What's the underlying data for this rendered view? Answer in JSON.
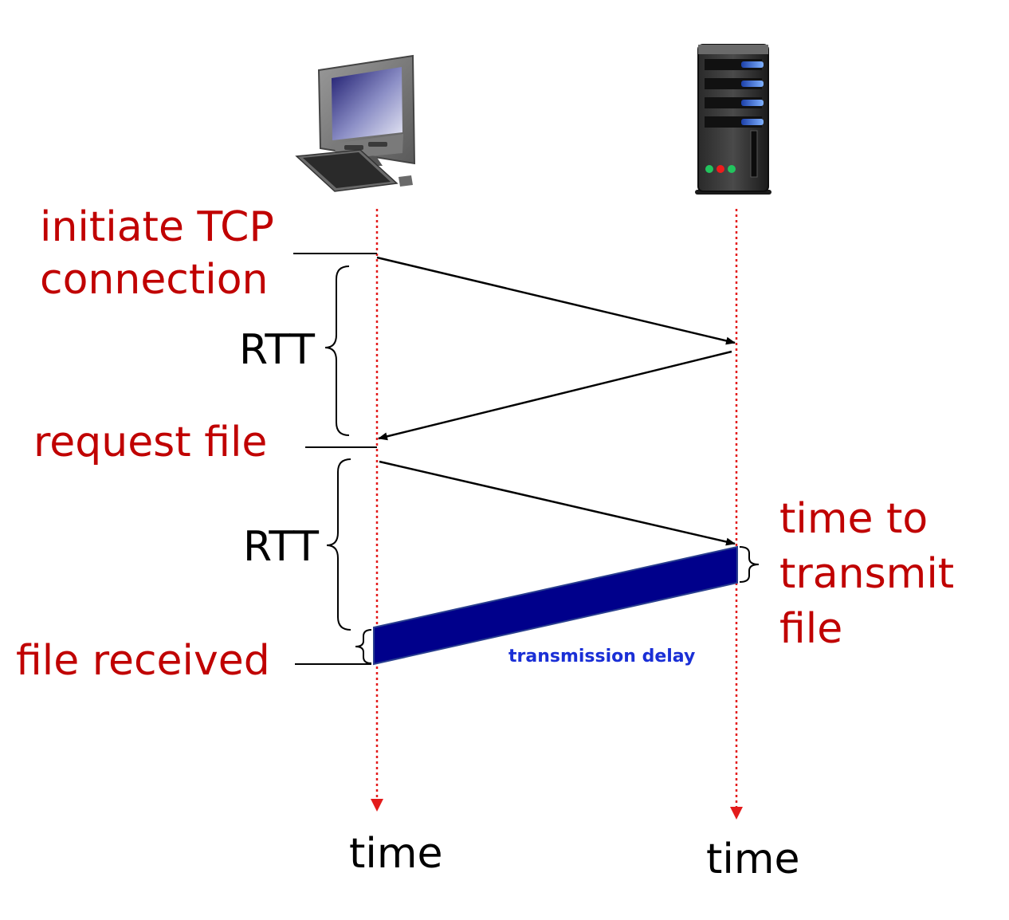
{
  "labels": {
    "initiate_line1": "initiate TCP",
    "initiate_line2": "connection",
    "rtt_first": "RTT",
    "request_file": "request file",
    "rtt_second": "RTT",
    "file_received": "file received",
    "transmit_line1": "time to",
    "transmit_line2": "transmit",
    "transmit_line3": "file",
    "transmission_delay": "transmission delay",
    "client_time": "time",
    "server_time": "time"
  },
  "icons": {
    "client": "desktop-computer-icon",
    "server": "server-tower-icon"
  },
  "colors": {
    "label_red": "#c00000",
    "timeline_red": "#e31b1b",
    "transmission_block": "#00008b",
    "transmission_label": "#1a2fd6",
    "server_led_green": "#22c55e",
    "server_led_red": "#ef1c1c"
  }
}
